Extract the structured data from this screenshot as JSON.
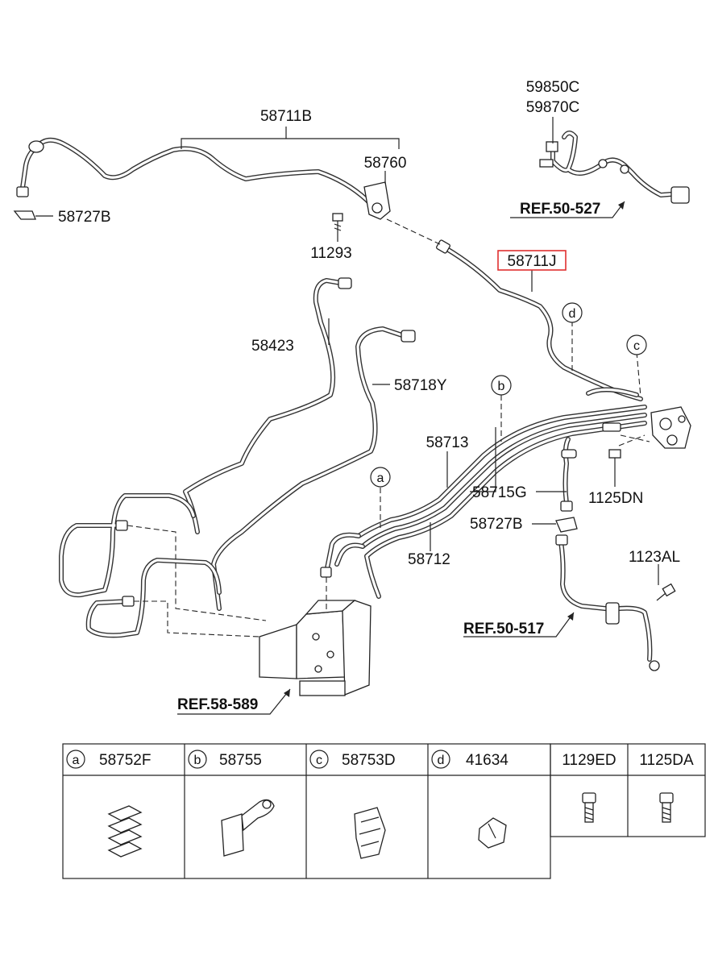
{
  "labels": {
    "p58711B": "58711B",
    "p58760": "58760",
    "p58727B_top": "58727B",
    "p11293": "11293",
    "p59850C": "59850C",
    "p59870C": "59870C",
    "ref_50_527": "REF.50-527",
    "p58711J": "58711J",
    "p58423": "58423",
    "p58718Y": "58718Y",
    "p58713": "58713",
    "p58715G": "58715G",
    "p1125DN": "1125DN",
    "p58727B_mid": "58727B",
    "p1123AL": "1123AL",
    "p58712": "58712",
    "ref_50_517": "REF.50-517",
    "ref_58_589": "REF.58-589"
  },
  "callouts": {
    "a": "a",
    "b": "b",
    "c": "c",
    "d": "d"
  },
  "highlight_color": "#e03030",
  "table": {
    "cells": [
      {
        "letter": "a",
        "part": "58752F"
      },
      {
        "letter": "b",
        "part": "58755"
      },
      {
        "letter": "c",
        "part": "58753D"
      },
      {
        "letter": "d",
        "part": "41634"
      }
    ],
    "bolts": [
      "1129ED",
      "1125DA"
    ]
  }
}
